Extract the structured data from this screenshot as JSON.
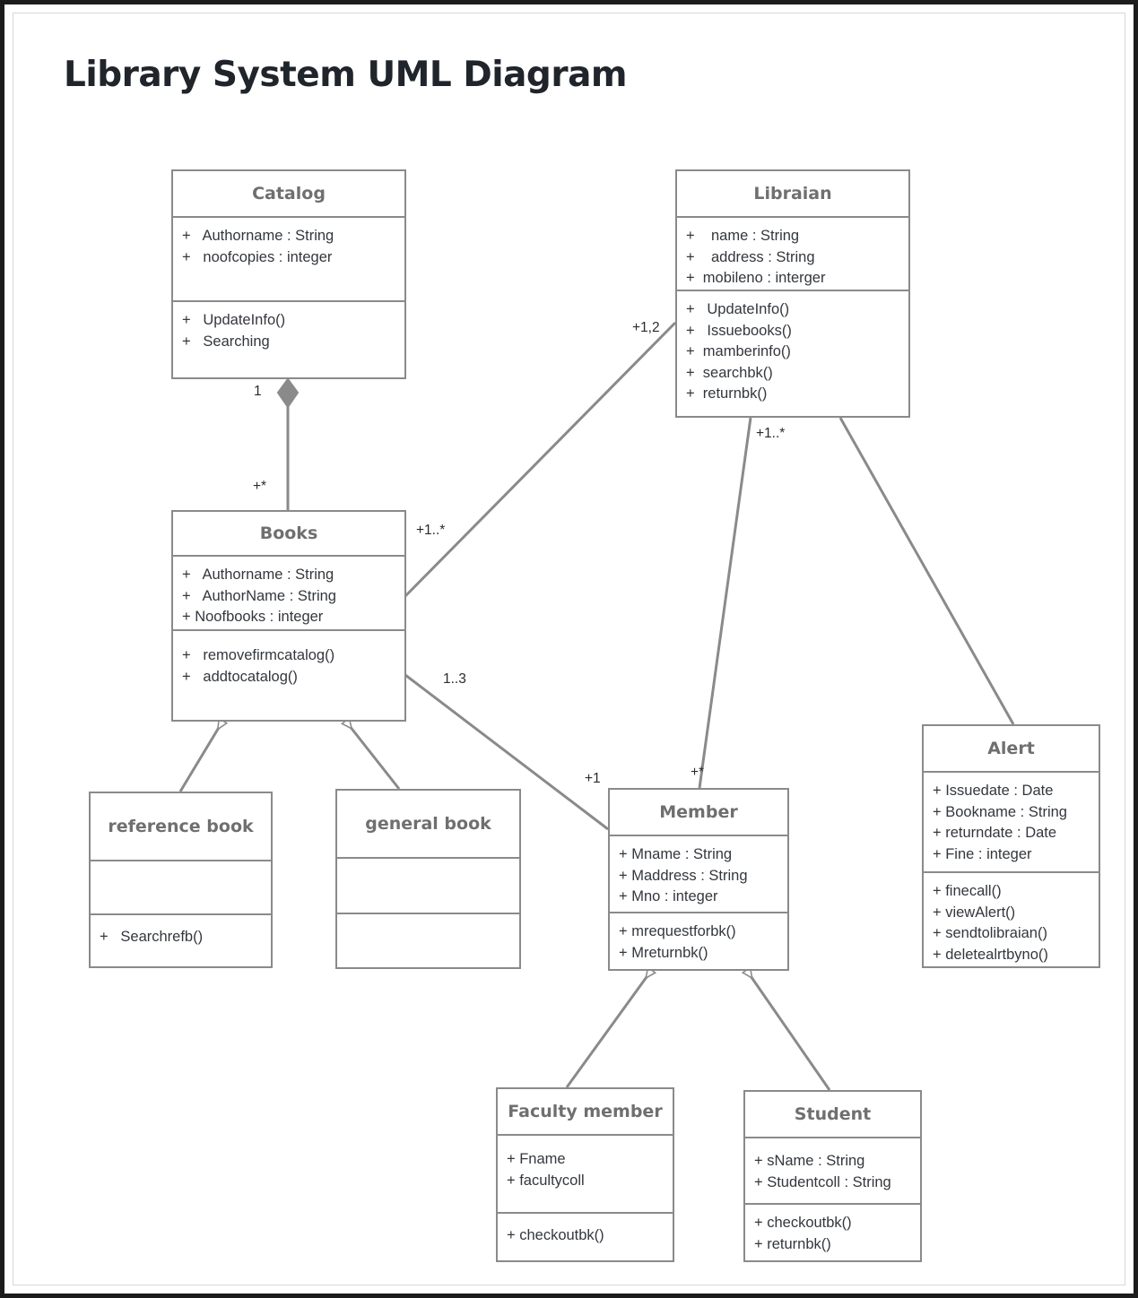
{
  "title": "Library System UML Diagram",
  "colors": {
    "frame": "#1c1c1c",
    "box_border": "#8a8a8a",
    "class_title": "#6f6f6f",
    "body_text": "#33373d",
    "edge": "#8a8a8a",
    "diamond_fill": "#8a8a8a",
    "background": "#ffffff"
  },
  "classes": {
    "catalog": {
      "name": "Catalog",
      "attributes": [
        "+   Authorname : String",
        "+   noofcopies : integer"
      ],
      "methods": [
        "+   UpdateInfo()",
        "+   Searching"
      ]
    },
    "libraian": {
      "name": "Libraian",
      "attributes": [
        "+    name : String",
        "+    address : String",
        "+  mobileno : interger"
      ],
      "methods": [
        "+   UpdateInfo()",
        "+   Issuebooks()",
        "+  mamberinfo()",
        "+  searchbk()",
        "+  returnbk()"
      ]
    },
    "books": {
      "name": "Books",
      "attributes": [
        "+   Authorname : String",
        "+   AuthorName : String",
        "+ Noofbooks : integer"
      ],
      "methods": [
        "+   removefirmcatalog()",
        "+   addtocatalog()"
      ]
    },
    "reference_book": {
      "name": "reference book",
      "attributes": [],
      "methods": [
        "+   Searchrefb()"
      ]
    },
    "general_book": {
      "name": "general book",
      "attributes": [],
      "methods": []
    },
    "member": {
      "name": "Member",
      "attributes": [
        "+ Mname : String",
        "+ Maddress : String",
        "+ Mno : integer"
      ],
      "methods": [
        "+ mrequestforbk()",
        "+ Mreturnbk()"
      ]
    },
    "alert": {
      "name": "Alert",
      "attributes": [
        "+ Issuedate : Date",
        "+ Bookname : String",
        "+ returndate : Date",
        "+ Fine : integer"
      ],
      "methods": [
        "+ finecall()",
        "+ viewAlert()",
        "+ sendtolibraian()",
        "+ deletealrtbyno()"
      ]
    },
    "faculty_member": {
      "name": "Faculty member",
      "attributes": [
        "+ Fname",
        "+ facultycoll"
      ],
      "methods": [
        "+ checkoutbk()"
      ]
    },
    "student": {
      "name": "Student",
      "attributes": [
        "+ sName : String",
        "+ Studentcoll : String"
      ],
      "methods": [
        "+ checkoutbk()",
        "+ returnbk()"
      ]
    }
  },
  "edge_labels": {
    "catalog_books_one": "1",
    "catalog_books_many": "+*",
    "books_librarian_near_books": "+1..*",
    "books_librarian_near_librarian": "+1,2",
    "librarian_member": "+1..*",
    "books_member_near_books": "1..3",
    "books_member_near_member": "+1",
    "member_top_star": "+*"
  }
}
